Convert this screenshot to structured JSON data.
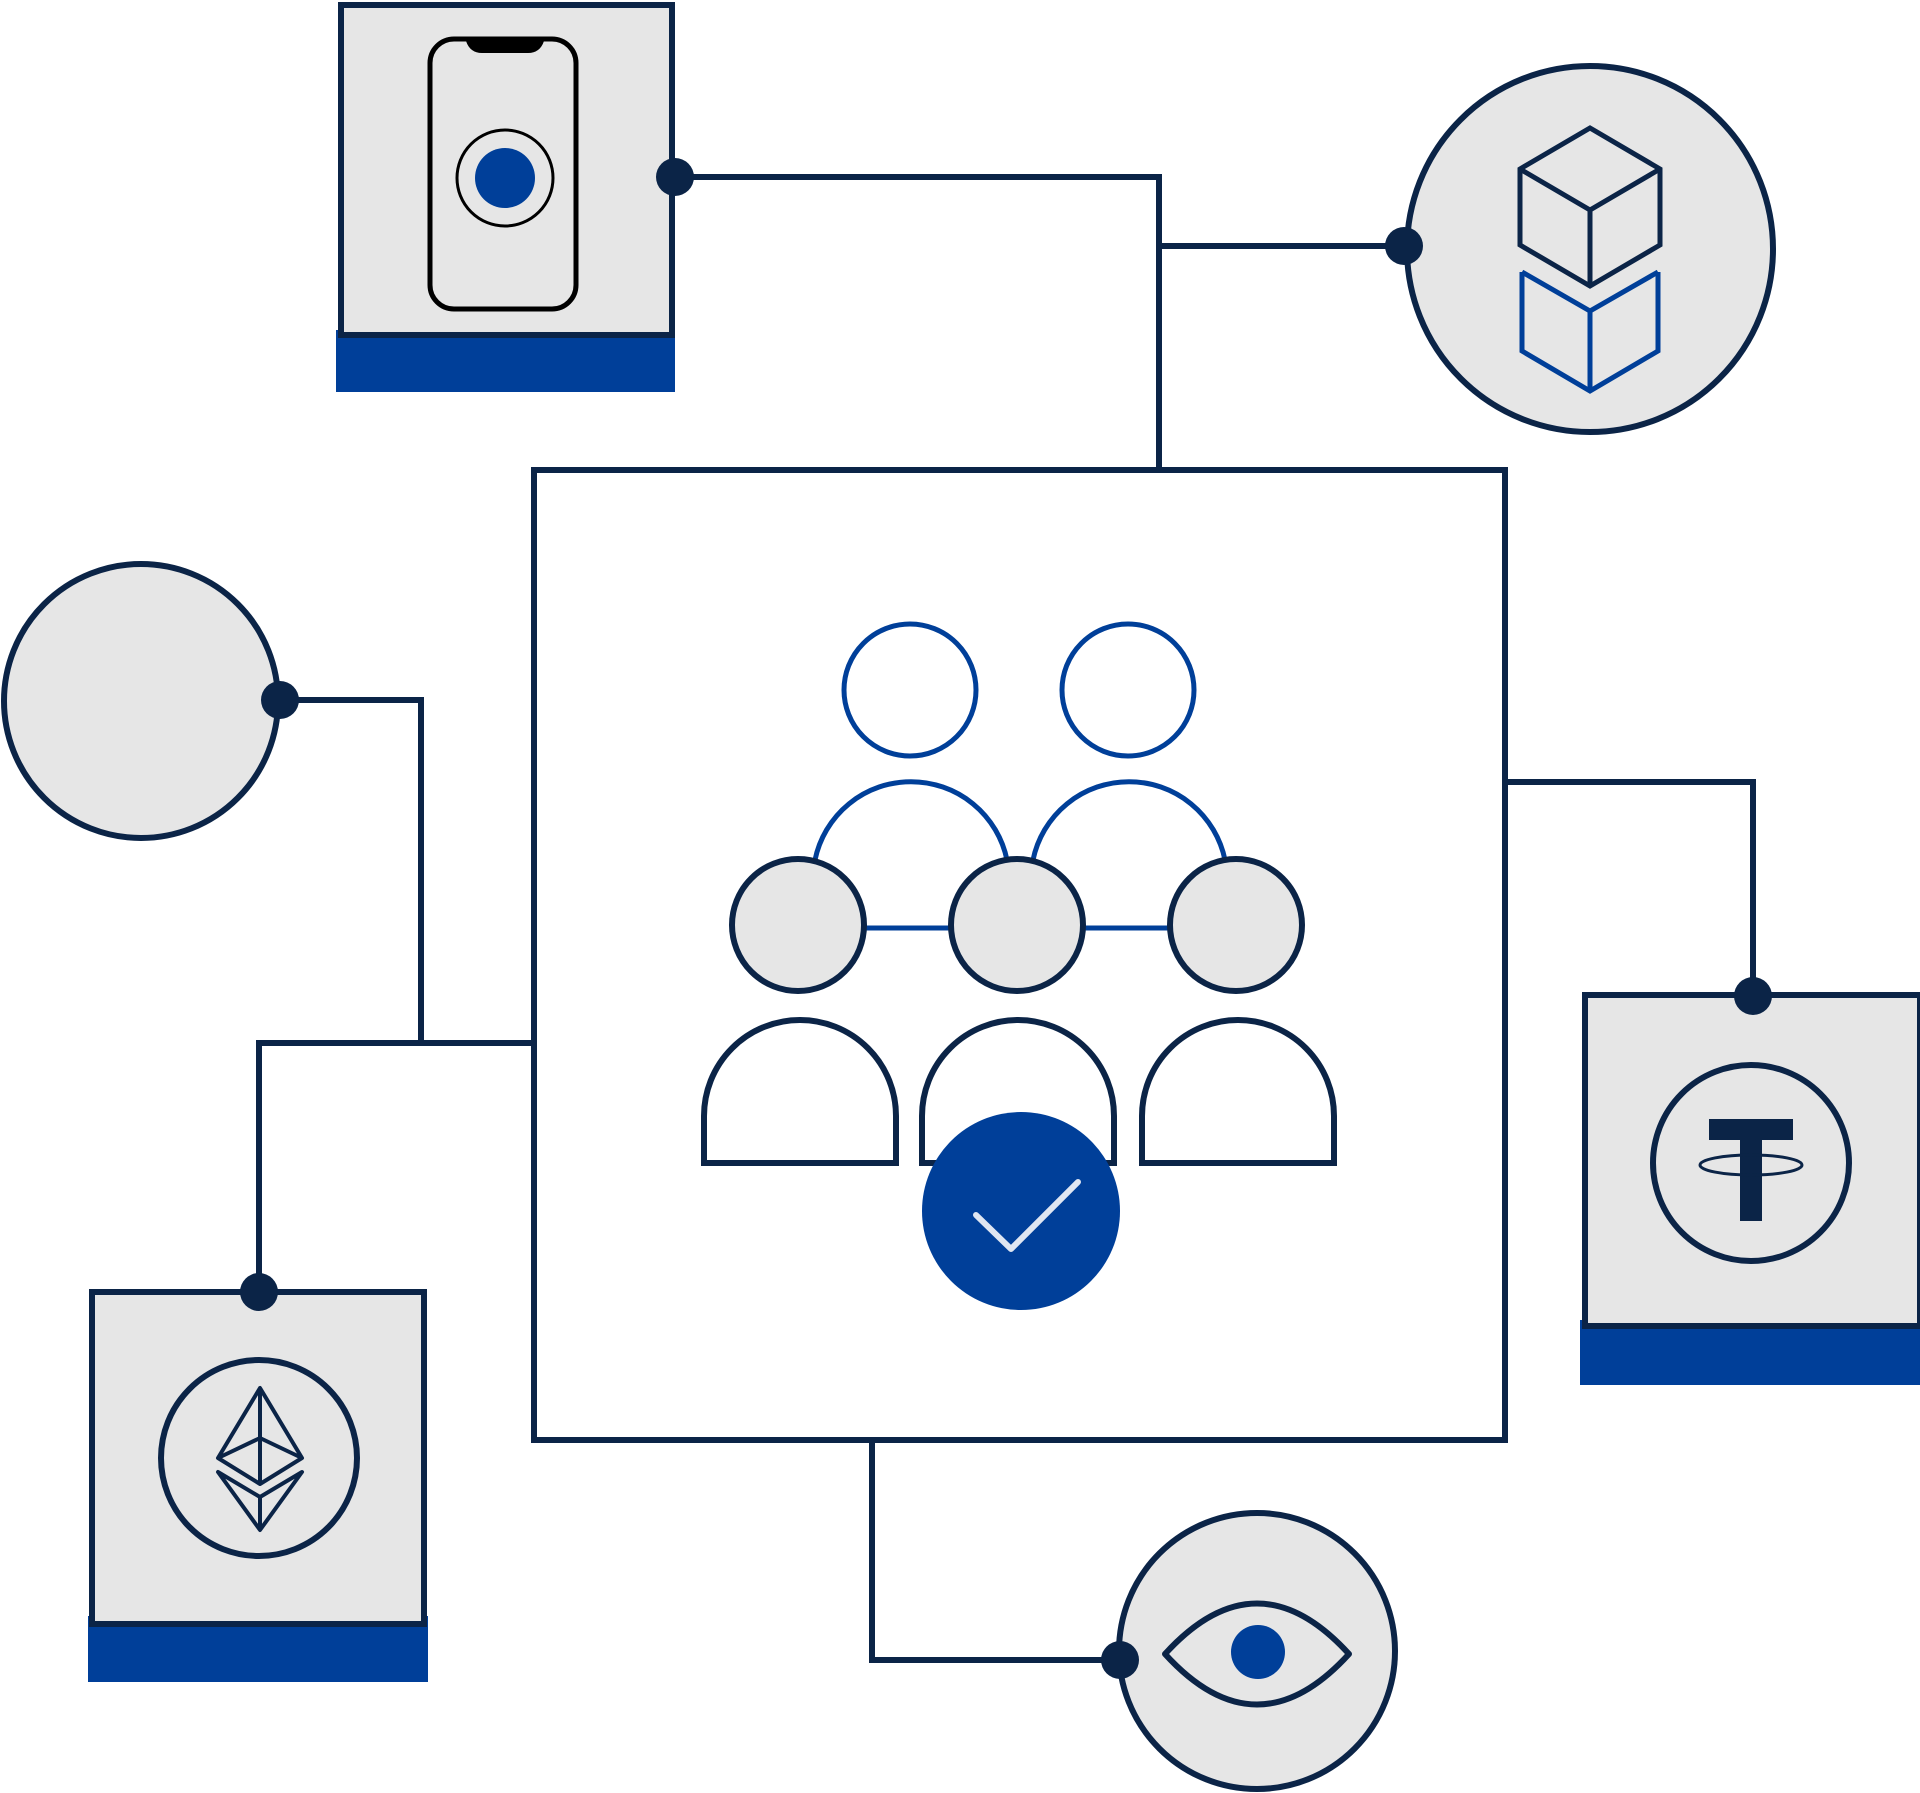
{
  "colors": {
    "outline": "#0b2447",
    "accent": "#003f99",
    "fill_light": "#e6e6e6",
    "background": "#ffffff",
    "check_stroke": "#dfe6f2"
  },
  "diagram": {
    "center": {
      "icon": "group-of-people-icon",
      "badge_icon": "check-icon"
    },
    "nodes": [
      {
        "name": "mobile-phone-node",
        "icon": "smartphone-icon"
      },
      {
        "name": "blocks-node",
        "icon": "stacked-cubes-icon"
      },
      {
        "name": "blank-circle-node",
        "icon": ""
      },
      {
        "name": "tether-node",
        "icon": "tether-icon"
      },
      {
        "name": "ethereum-node",
        "icon": "ethereum-icon"
      },
      {
        "name": "eye-node",
        "icon": "eye-icon"
      }
    ]
  }
}
